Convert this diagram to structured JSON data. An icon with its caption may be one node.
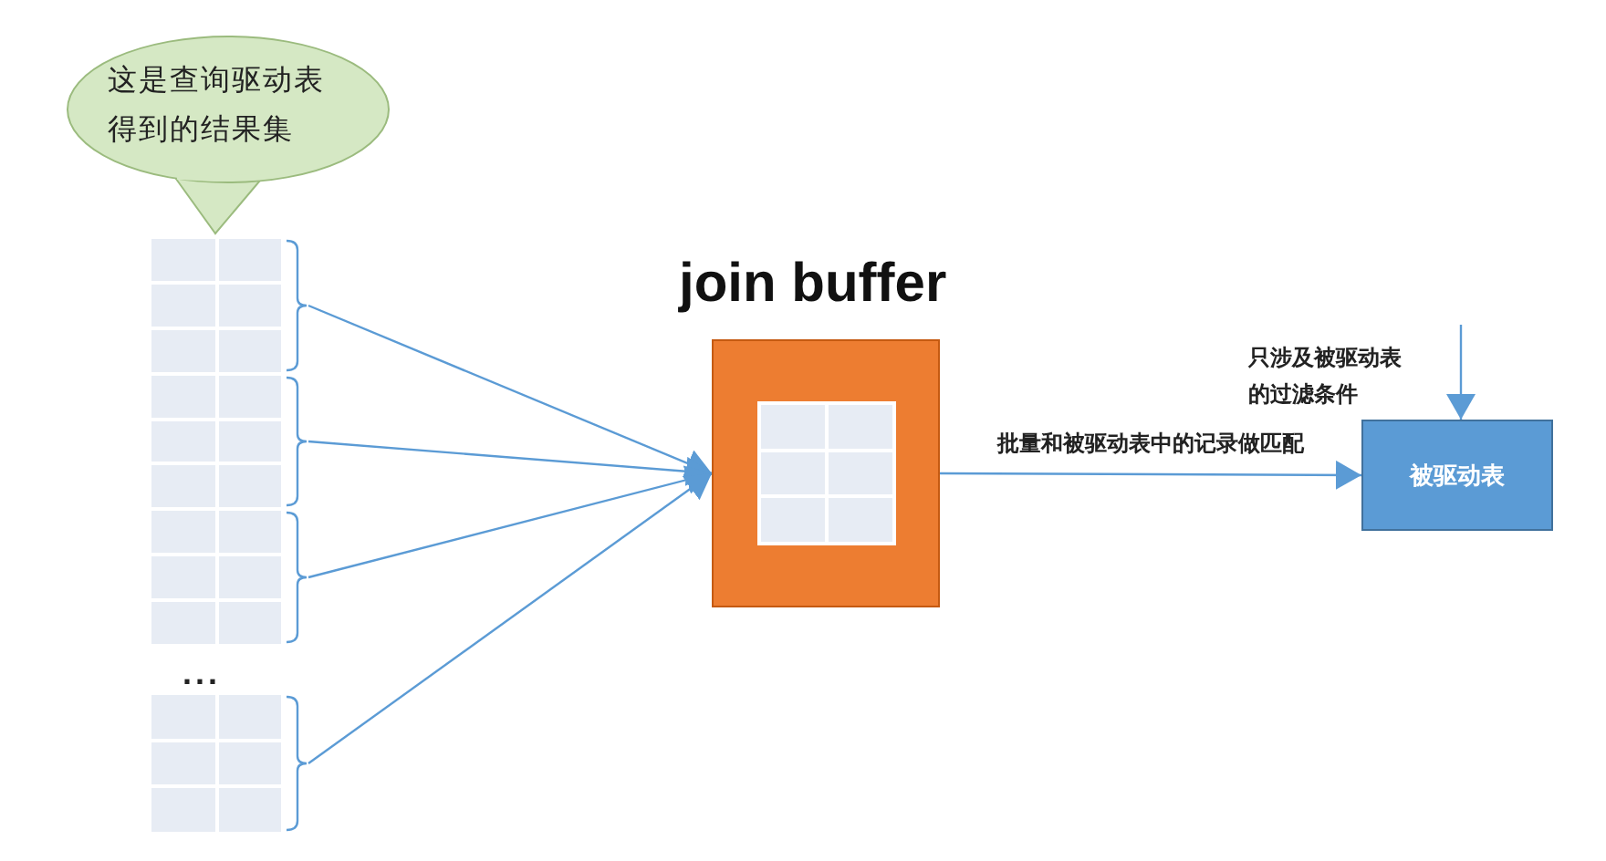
{
  "diagram": {
    "nodes": [
      {
        "text": [
          "这是查询驱动表得到的结果集"
        ]
      },
      {
        "text": [],
        "shape": "box"
      },
      {
        "text": [],
        "shape": "box"
      },
      {
        "text": [],
        "shape": "box"
      },
      {
        "text": [],
        "shape": "box"
      },
      {
        "text": [
          "join buffer"
        ]
      },
      {
        "text": [
          "被驱动表"
        ]
      }
    ],
    "edges": [
      {
        "from": 1,
        "to": 5,
        "arrow": "to"
      },
      {
        "from": 2,
        "to": 5,
        "arrow": "to"
      },
      {
        "from": 3,
        "to": 5,
        "arrow": "to"
      },
      {
        "from": 4,
        "to": 5,
        "arrow": "to"
      },
      {
        "from": 5,
        "to": 6,
        "arrow": "to",
        "label": "批量和被驱动表中的记录做匹配"
      },
      {
        "from": null,
        "to": 6,
        "arrow": "to"
      }
    ],
    "labels": [
      "只涉及被驱动表的过滤条件",
      "..."
    ]
  }
}
